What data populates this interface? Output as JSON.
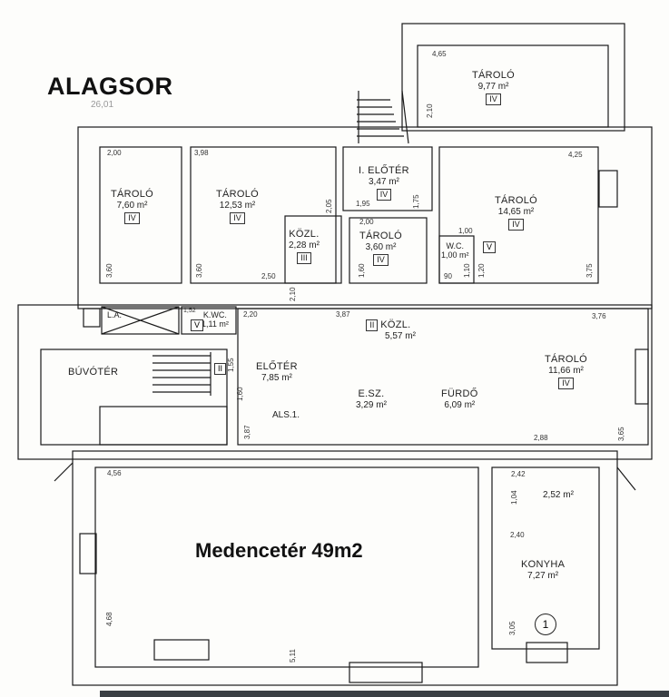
{
  "title": "ALAGSOR",
  "pool_label": "Medencetér 49m2",
  "circle_mark": "1",
  "rooms": [
    {
      "id": "taroloTop",
      "name": "TÁROLÓ",
      "area": "9,77 m²",
      "code": "IV"
    },
    {
      "id": "tarolo1",
      "name": "TÁROLÓ",
      "area": "7,60 m²",
      "code": "IV"
    },
    {
      "id": "tarolo2",
      "name": "TÁROLÓ",
      "area": "12,53 m²",
      "code": "IV"
    },
    {
      "id": "eloter1",
      "name": "I. ELŐTÉR",
      "area": "3,47 m²",
      "code": "IV"
    },
    {
      "id": "tarolo3",
      "name": "TÁROLÓ",
      "area": "14,65 m²",
      "code": "IV"
    },
    {
      "id": "kozl1",
      "name": "KÖZL.",
      "area": "2,28 m²",
      "code": "III"
    },
    {
      "id": "tarolo4",
      "name": "TÁROLÓ",
      "area": "3,60 m²",
      "code": "IV"
    },
    {
      "id": "wc",
      "name": "W.C.",
      "area": "1,00 m²",
      "code": "V"
    },
    {
      "id": "kozl2",
      "name": "KÖZL.",
      "area": "5,57 m²",
      "code": "II"
    },
    {
      "id": "kwc",
      "name": "K.WC.",
      "area": "1,11 m²",
      "code": "V"
    },
    {
      "id": "eloter2",
      "name": "ELŐTÉR",
      "area": "7,85 m²",
      "code": ""
    },
    {
      "id": "esz",
      "name": "E.SZ.",
      "area": "3,29 m²",
      "code": ""
    },
    {
      "id": "furdo",
      "name": "FÜRDŐ",
      "area": "6,09 m²",
      "code": ""
    },
    {
      "id": "tarolo5",
      "name": "TÁROLÓ",
      "area": "11,66 m²",
      "code": "IV"
    },
    {
      "id": "buvoter",
      "name": "BÚVÓTÉR",
      "area": "",
      "code": ""
    },
    {
      "id": "konyha",
      "name": "KONYHA",
      "area": "7,27 m²",
      "code": ""
    },
    {
      "id": "konyha2",
      "name": "",
      "area": "2,52 m²",
      "code": ""
    }
  ],
  "labels": {
    "la": "L.A.",
    "als": "ALS.1.",
    "stair_code": "II",
    "kwc_code2": "V"
  },
  "dims": [
    "4,65",
    "2,10",
    "2,00",
    "3,98",
    "4,25",
    "2,05",
    "1,95",
    "1,75",
    "2,00",
    "1,00",
    "3,60",
    "3,60",
    "2,50",
    "1,60",
    "1,20",
    "90",
    "1,10",
    "3,75",
    "2,10",
    "3,87",
    "1,52",
    "2,20",
    "3,76",
    "1,55",
    "1,60",
    "3,87",
    "2,88",
    "3,65",
    "4,56",
    "2,42",
    "1,04",
    "2,40",
    "4,68",
    "5,11",
    "3,05",
    "26,01"
  ]
}
